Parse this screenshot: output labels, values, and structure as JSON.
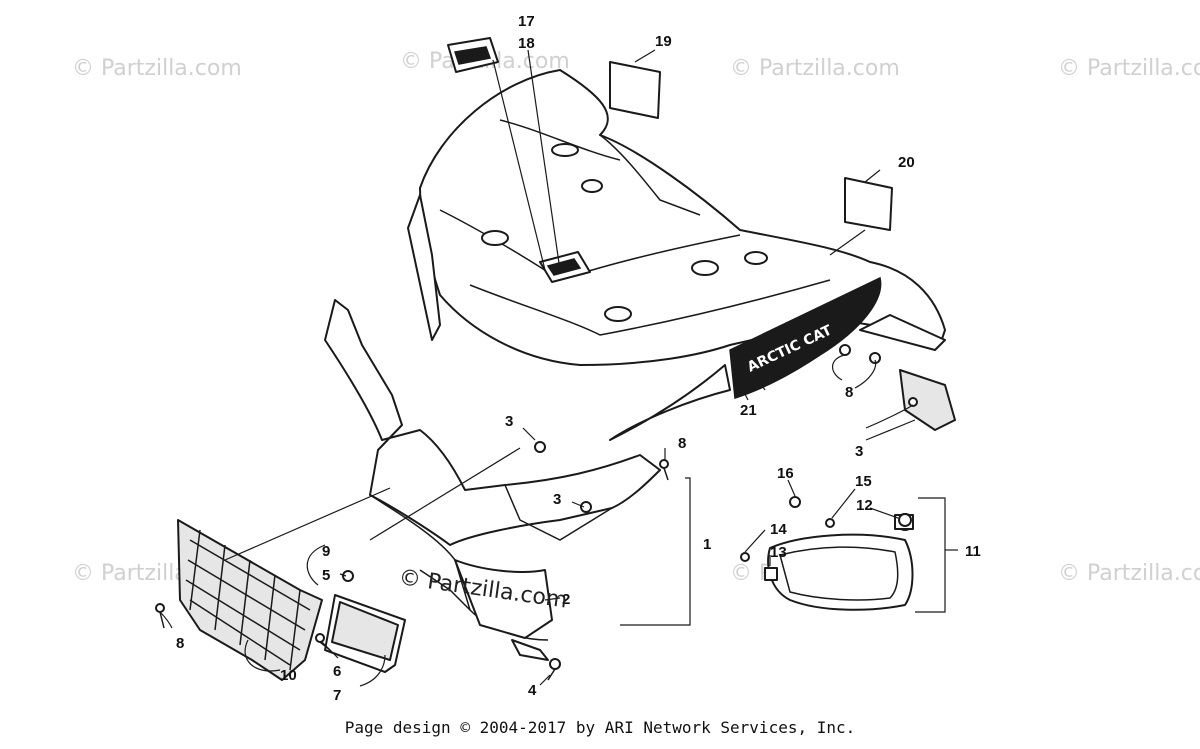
{
  "watermarks": {
    "top_left": "© Partzilla.com",
    "top_mid": "© Partzilla.com",
    "top_right_a": "© Partzilla.com",
    "top_right_b": "© Partzilla.com",
    "bottom_left": "© Partzilla.com",
    "bottom_right_a": "© Partzilla.com",
    "bottom_right_b": "© Partzilla.com",
    "center": "© Partzilla.com"
  },
  "decal_text": "ARCTIC CAT",
  "callouts": {
    "c1": "1",
    "c2": "2",
    "c3a": "3",
    "c3b": "3",
    "c3c": "3",
    "c4": "4",
    "c5": "5",
    "c6": "6",
    "c7": "7",
    "c8a": "8",
    "c8b": "8",
    "c8c": "8",
    "c9": "9",
    "c10": "10",
    "c11": "11",
    "c12": "12",
    "c13": "13",
    "c14": "14",
    "c15": "15",
    "c16": "16",
    "c17": "17",
    "c18": "18",
    "c19": "19",
    "c20": "20",
    "c21": "21"
  },
  "footer": "Page design © 2004-2017 by ARI Network Services, Inc."
}
